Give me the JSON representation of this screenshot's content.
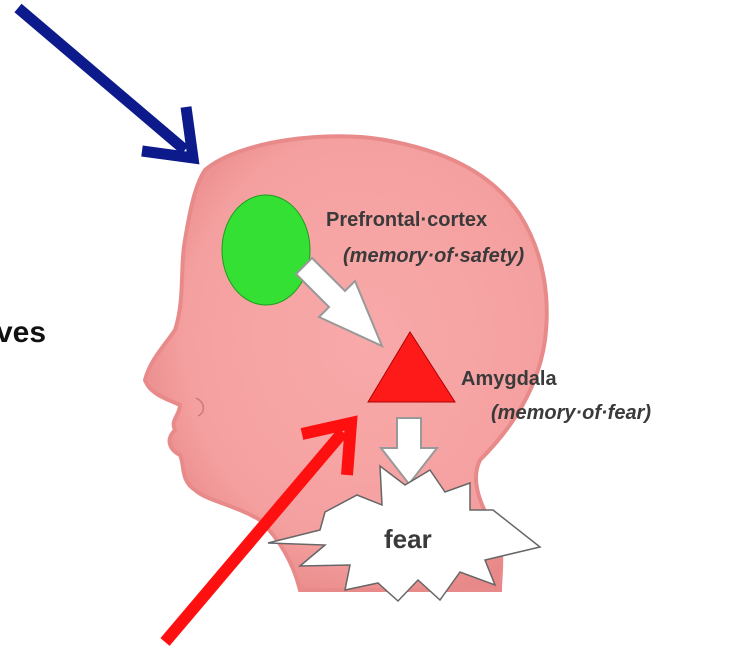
{
  "labels": {
    "side_fragment": "ves",
    "prefrontal_title": "Prefrontal·cortex",
    "prefrontal_note": "(memory·of·safety)",
    "amygdala_title": "Amygdala",
    "amygdala_note": "(memory·of·fear)",
    "fear": "fear"
  },
  "colors": {
    "head_fill": "#f7a5a5",
    "head_edge": "#e98a8a",
    "prefrontal": "#33e033",
    "amygdala": "#ff1a1a",
    "blue_arrow": "#0c1a8c",
    "red_arrow": "#ff1010"
  },
  "icons": {
    "blue_arrow": "arrow-down-right-icon",
    "red_arrow": "arrow-up-right-icon",
    "pathway_arrow_1": "hollow-arrow-icon",
    "pathway_arrow_2": "hollow-arrow-down-icon",
    "fear_burst": "starburst-icon"
  }
}
